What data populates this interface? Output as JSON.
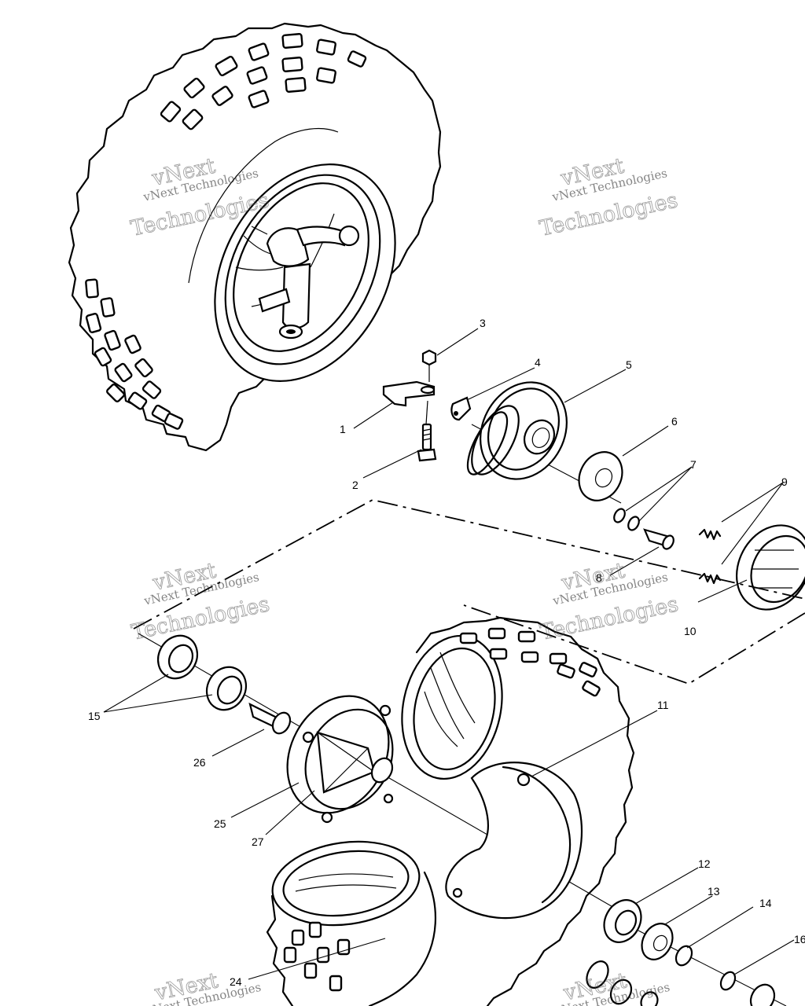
{
  "callouts": [
    {
      "id": "1",
      "text": "1"
    },
    {
      "id": "2",
      "text": "2"
    },
    {
      "id": "3",
      "text": "3"
    },
    {
      "id": "4",
      "text": "4"
    },
    {
      "id": "5",
      "text": "5"
    },
    {
      "id": "6",
      "text": "6"
    },
    {
      "id": "7",
      "text": "7"
    },
    {
      "id": "8",
      "text": "8"
    },
    {
      "id": "9",
      "text": "9"
    },
    {
      "id": "10",
      "text": "10"
    },
    {
      "id": "11",
      "text": "11"
    },
    {
      "id": "12",
      "text": "12"
    },
    {
      "id": "13",
      "text": "13"
    },
    {
      "id": "14",
      "text": "14"
    },
    {
      "id": "15",
      "text": "15"
    },
    {
      "id": "16",
      "text": "16"
    },
    {
      "id": "24",
      "text": "24"
    },
    {
      "id": "25",
      "text": "25"
    },
    {
      "id": "26",
      "text": "26"
    },
    {
      "id": "27",
      "text": "27"
    }
  ],
  "watermark": {
    "company": "vNext Technologies",
    "word_top": "vNext",
    "word_bottom": "Technologies"
  }
}
